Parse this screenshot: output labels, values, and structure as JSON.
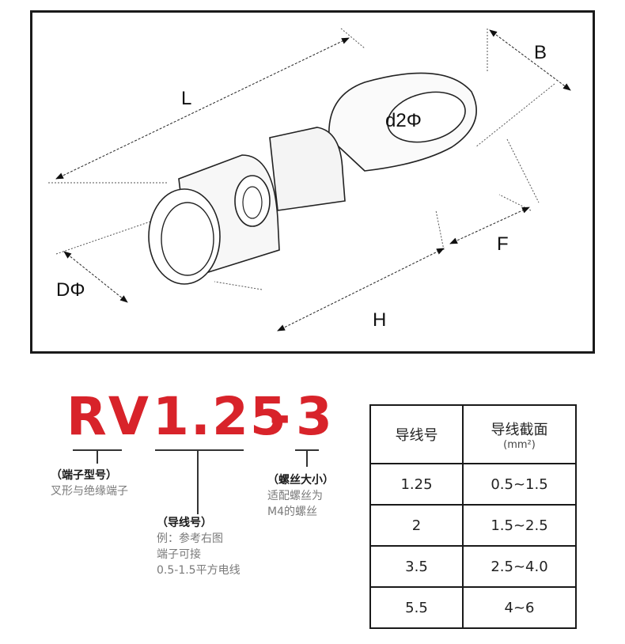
{
  "diagram": {
    "labels": {
      "L": "L",
      "B": "B",
      "d2": "d2Φ",
      "F": "F",
      "D": "DΦ",
      "H": "H"
    }
  },
  "model_code": {
    "part1": "RV",
    "part2": "1.25",
    "dash": "-",
    "part3": "3",
    "colors": {
      "red": "#d8232a"
    }
  },
  "annotations": {
    "type": {
      "header": "（端子型号）",
      "lines": [
        "叉形与绝缘端子"
      ]
    },
    "wire": {
      "header": "（导线号）",
      "lines": [
        "例：参考右图",
        "端子可接",
        "0.5-1.5平方电线"
      ]
    },
    "screw": {
      "header": "（螺丝大小）",
      "lines": [
        "适配螺丝为",
        "M4的螺丝"
      ]
    }
  },
  "table": {
    "headers": [
      "导线号",
      "导线截面"
    ],
    "header_unit": "(mm²)",
    "rows": [
      [
        "1.25",
        "0.5~1.5"
      ],
      [
        "2",
        "1.5~2.5"
      ],
      [
        "3.5",
        "2.5~4.0"
      ],
      [
        "5.5",
        "4~6"
      ]
    ]
  }
}
